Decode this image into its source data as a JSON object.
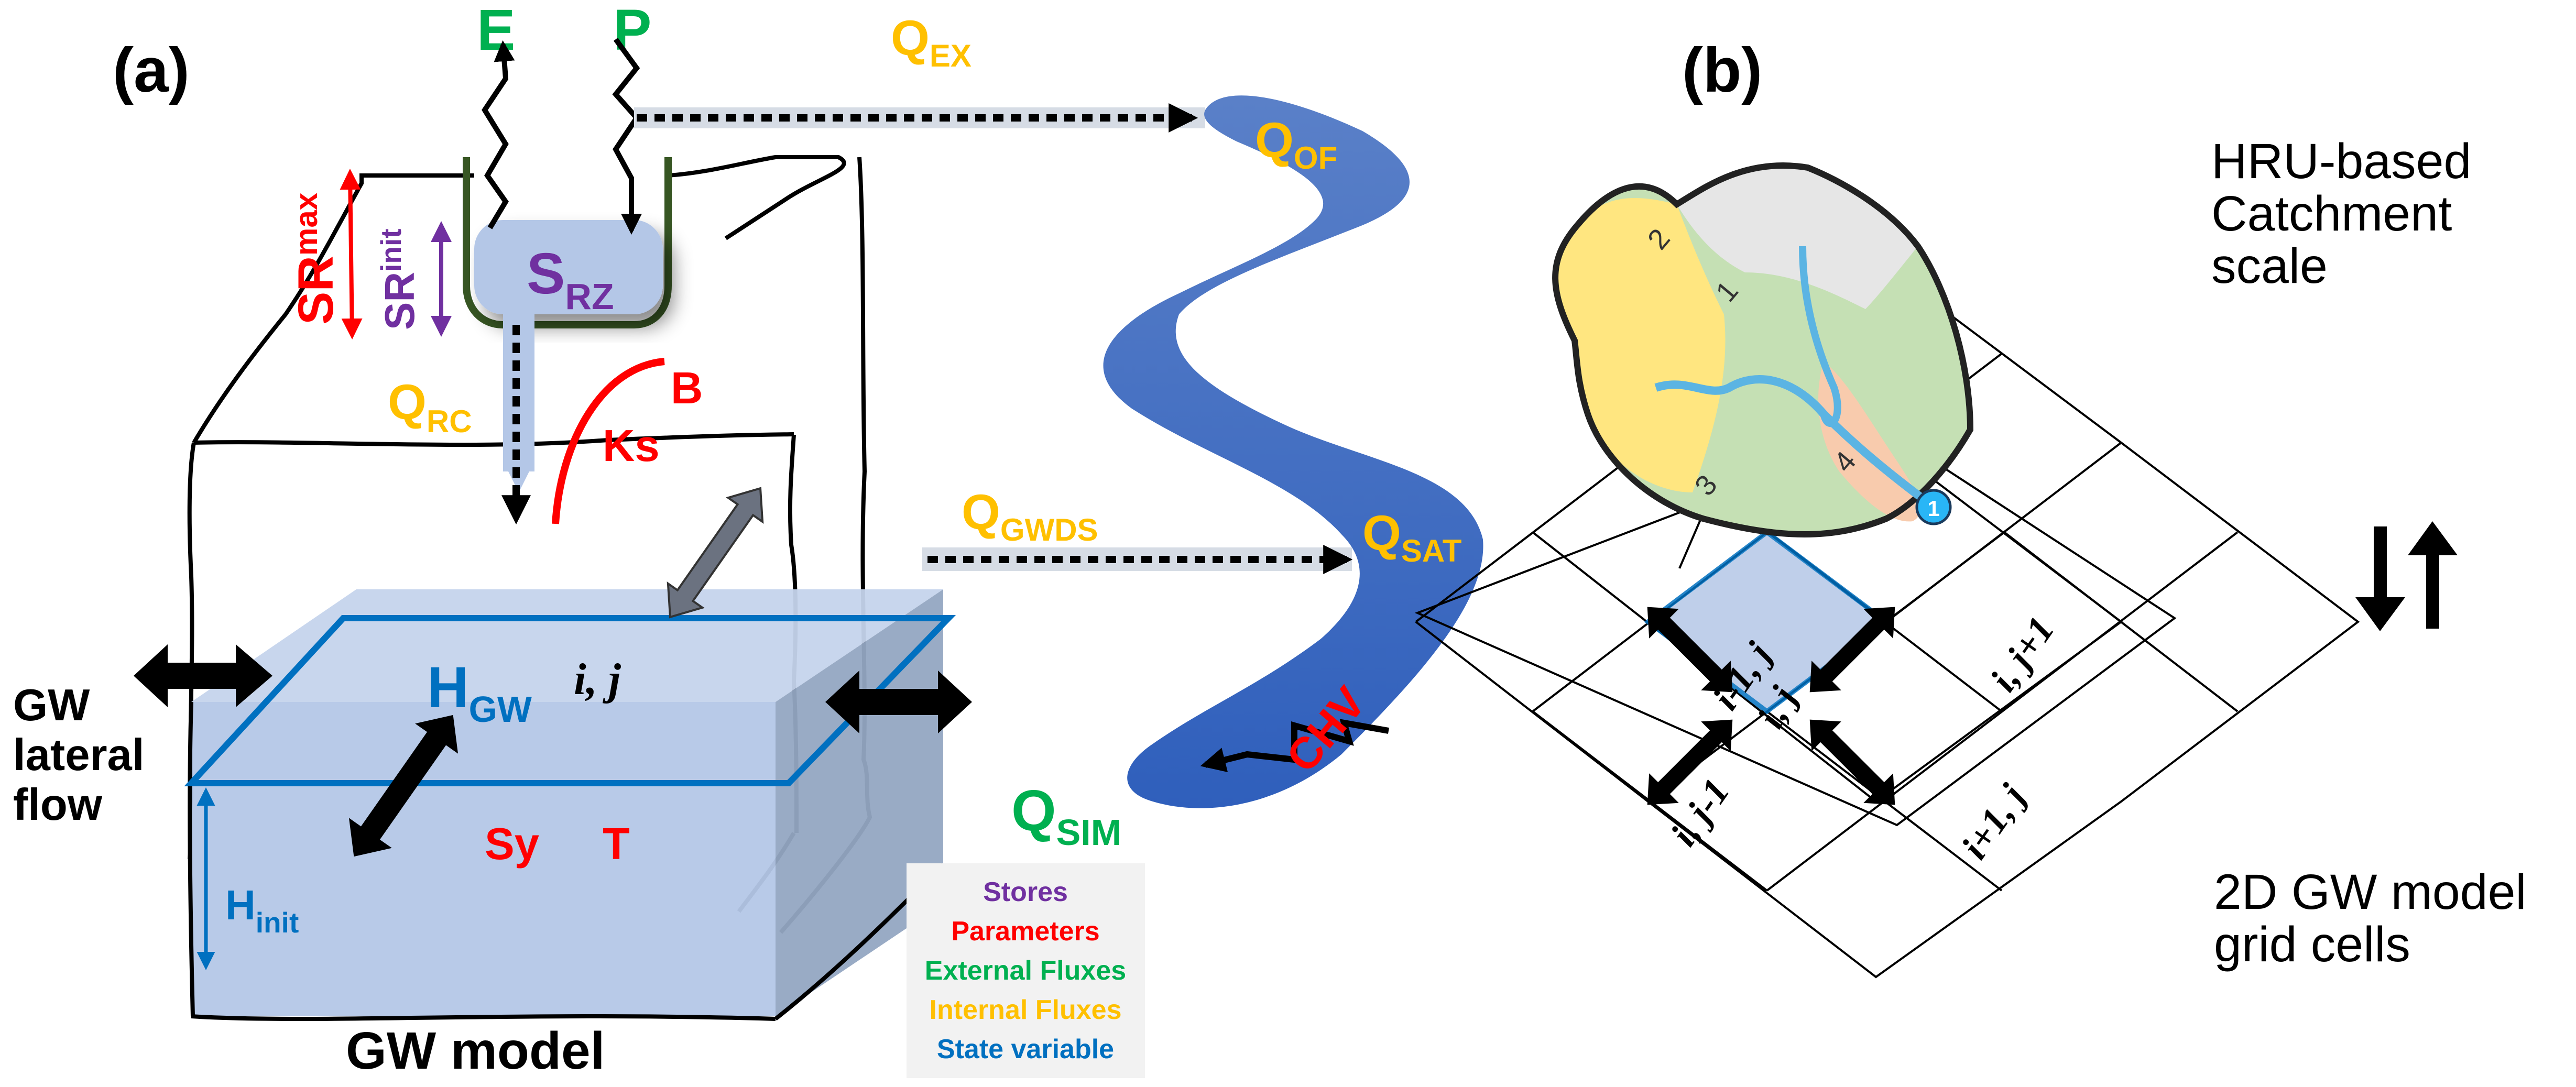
{
  "panel_a": {
    "label": "(a)",
    "external": {
      "E": "E",
      "P": "P",
      "Q_sim_main": "Q",
      "Q_sim_sub": "SIM"
    },
    "stores": {
      "S_main": "S",
      "S_sub": "RZ"
    },
    "params": {
      "SRmax_main": "SR",
      "SRmax_sub": "max",
      "Ks": "Ks",
      "B": "B",
      "Sy": "Sy",
      "T": "T",
      "CHV": "CHV"
    },
    "srinit": {
      "main": "SR",
      "sub": "init"
    },
    "internal": {
      "QEX_main": "Q",
      "QEX_sub": "EX",
      "QOF_main": "Q",
      "QOF_sub": "OF",
      "QRC_main": "Q",
      "QRC_sub": "RC",
      "QGWDS_main": "Q",
      "QGWDS_sub": "GWDS",
      "QSAT_main": "Q",
      "QSAT_sub": "SAT"
    },
    "state": {
      "HGW_main": "H",
      "HGW_sub": "GW",
      "Hinit_main": "H",
      "Hinit_sub": "init"
    },
    "cell_index": "i, j",
    "lateral": [
      "GW",
      "lateral",
      "flow"
    ],
    "model_title": "GW model",
    "legend": [
      {
        "label": "Stores",
        "color": "#7030a0"
      },
      {
        "label": "Parameters",
        "color": "#ff0000"
      },
      {
        "label": "External Fluxes",
        "color": "#00b050"
      },
      {
        "label": "Internal Fluxes",
        "color": "#ffc000"
      },
      {
        "label": "State variable",
        "color": "#0070c0"
      }
    ]
  },
  "panel_b": {
    "label": "(b)",
    "hru_numbers": [
      "1",
      "2",
      "3",
      "4"
    ],
    "outlet": "1",
    "catchment_caption": [
      "HRU-based",
      "Catchment",
      "scale"
    ],
    "grid_caption": [
      "2D GW model",
      "grid cells"
    ],
    "cells": {
      "center": "i, j",
      "top_left": "i-1, j",
      "top_right": "i, j+1",
      "bottom_left": "i, j-1",
      "bottom_right": "i+1, j"
    }
  },
  "colors": {
    "purple": "#7030a0",
    "red": "#ff0000",
    "green": "#00b050",
    "orange": "#ffc000",
    "blue": "#0070c0",
    "river": "#3a67c2",
    "gw_box": "#b4c7e7",
    "hru1": "#ffe680",
    "hru2": "#e6e6e6",
    "hru3": "#c5e0b4",
    "hru4": "#f8cbad"
  }
}
